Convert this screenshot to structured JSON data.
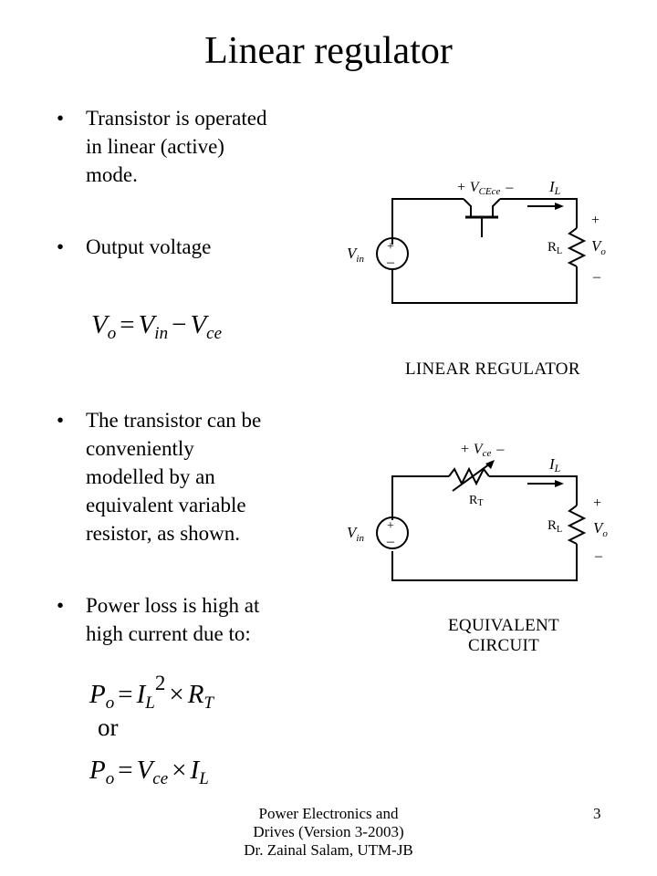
{
  "slide": {
    "title": "Linear regulator",
    "bullets": [
      {
        "lines": [
          "Transistor is operated",
          "in linear (active)",
          "mode."
        ]
      },
      {
        "lines": [
          "Output voltage"
        ]
      },
      {
        "lines": [
          "The transistor can be",
          "conveniently",
          "modelled by an",
          "equivalent variable",
          "resistor, as shown."
        ]
      },
      {
        "lines": [
          "Power loss is high at",
          "high current due to:"
        ]
      }
    ],
    "eq_vo": {
      "lhs": "V",
      "lhs_sub": "o",
      "eq": "=",
      "t1": "V",
      "t1_sub": "in",
      "minus": "−",
      "t2": "V",
      "t2_sub": "ce"
    },
    "eq_p1": {
      "lhs": "P",
      "lhs_sub": "o",
      "eq": "=",
      "t1": "I",
      "t1_sub": "L",
      "t1_sup": "2",
      "times": "×",
      "t2": "R",
      "t2_sub": "T"
    },
    "or_text": "or",
    "eq_p2": {
      "lhs": "P",
      "lhs_sub": "o",
      "eq": "=",
      "t1": "V",
      "t1_sub": "ce",
      "times": "×",
      "t2": "I",
      "t2_sub": "L"
    },
    "circuit1": {
      "vce": "+ V",
      "vce_sub": "CEce",
      "vce_minus": "–",
      "il": "I",
      "il_sub": "L",
      "vin": "V",
      "vin_sub": "in",
      "rl": "R",
      "rl_sub": "L",
      "vo": "V",
      "vo_sub": "o",
      "plus": "+",
      "minus": "–",
      "caption": "LINEAR REGULATOR"
    },
    "circuit2": {
      "vce": "+ V",
      "vce_sub": "ce",
      "vce_minus": "–",
      "rt": "R",
      "rt_sub": "T",
      "il": "I",
      "il_sub": "L",
      "vin": "V",
      "vin_sub": "in",
      "rl": "R",
      "rl_sub": "L",
      "vo": "V",
      "vo_sub": "o",
      "plus": "+",
      "minus": "–",
      "caption_lines": [
        "EQUIVALENT",
        "CIRCUIT"
      ]
    },
    "footer": {
      "lines": [
        "Power Electronics and",
        "Drives (Version 3-2003)",
        "Dr. Zainal Salam, UTM-JB"
      ],
      "page_number": "3"
    }
  }
}
